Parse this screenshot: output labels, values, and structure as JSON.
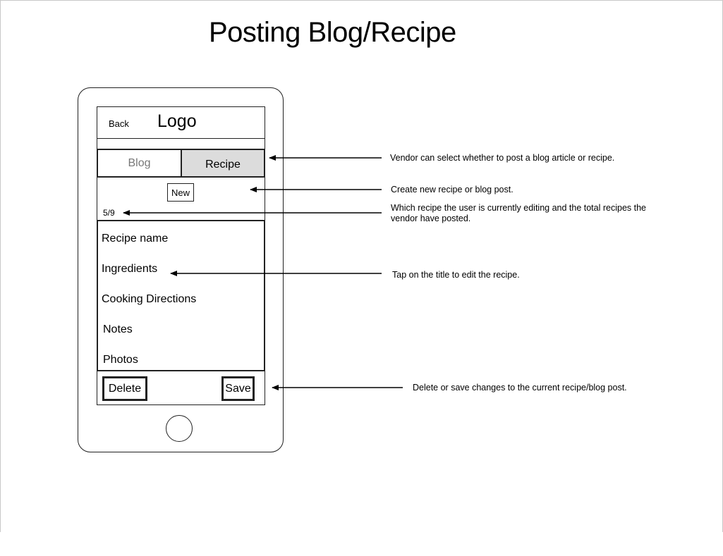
{
  "title": "Posting Blog/Recipe",
  "phone": {
    "back_label": "Back",
    "logo_label": "Logo",
    "tabs": [
      {
        "label": "Blog",
        "selected": false
      },
      {
        "label": "Recipe",
        "selected": true
      }
    ],
    "new_label": "New",
    "counter": "5/9",
    "items": [
      "Recipe name",
      "Ingredients",
      "Cooking Directions",
      "Notes",
      "Photos"
    ],
    "delete_label": "Delete",
    "save_label": "Save"
  },
  "annotations": [
    "Vendor can select whether to post a blog article or recipe.",
    "Create new recipe or blog post.",
    "Which recipe the user is currently editing and the total recipes the vendor have posted.",
    "Tap on the title to edit the recipe.",
    "Delete or save changes to the current recipe/blog post."
  ],
  "colors": {
    "stroke": "#222222",
    "selected_tab_fill": "#dcdcdc",
    "unselected_tab_text": "#777777"
  }
}
